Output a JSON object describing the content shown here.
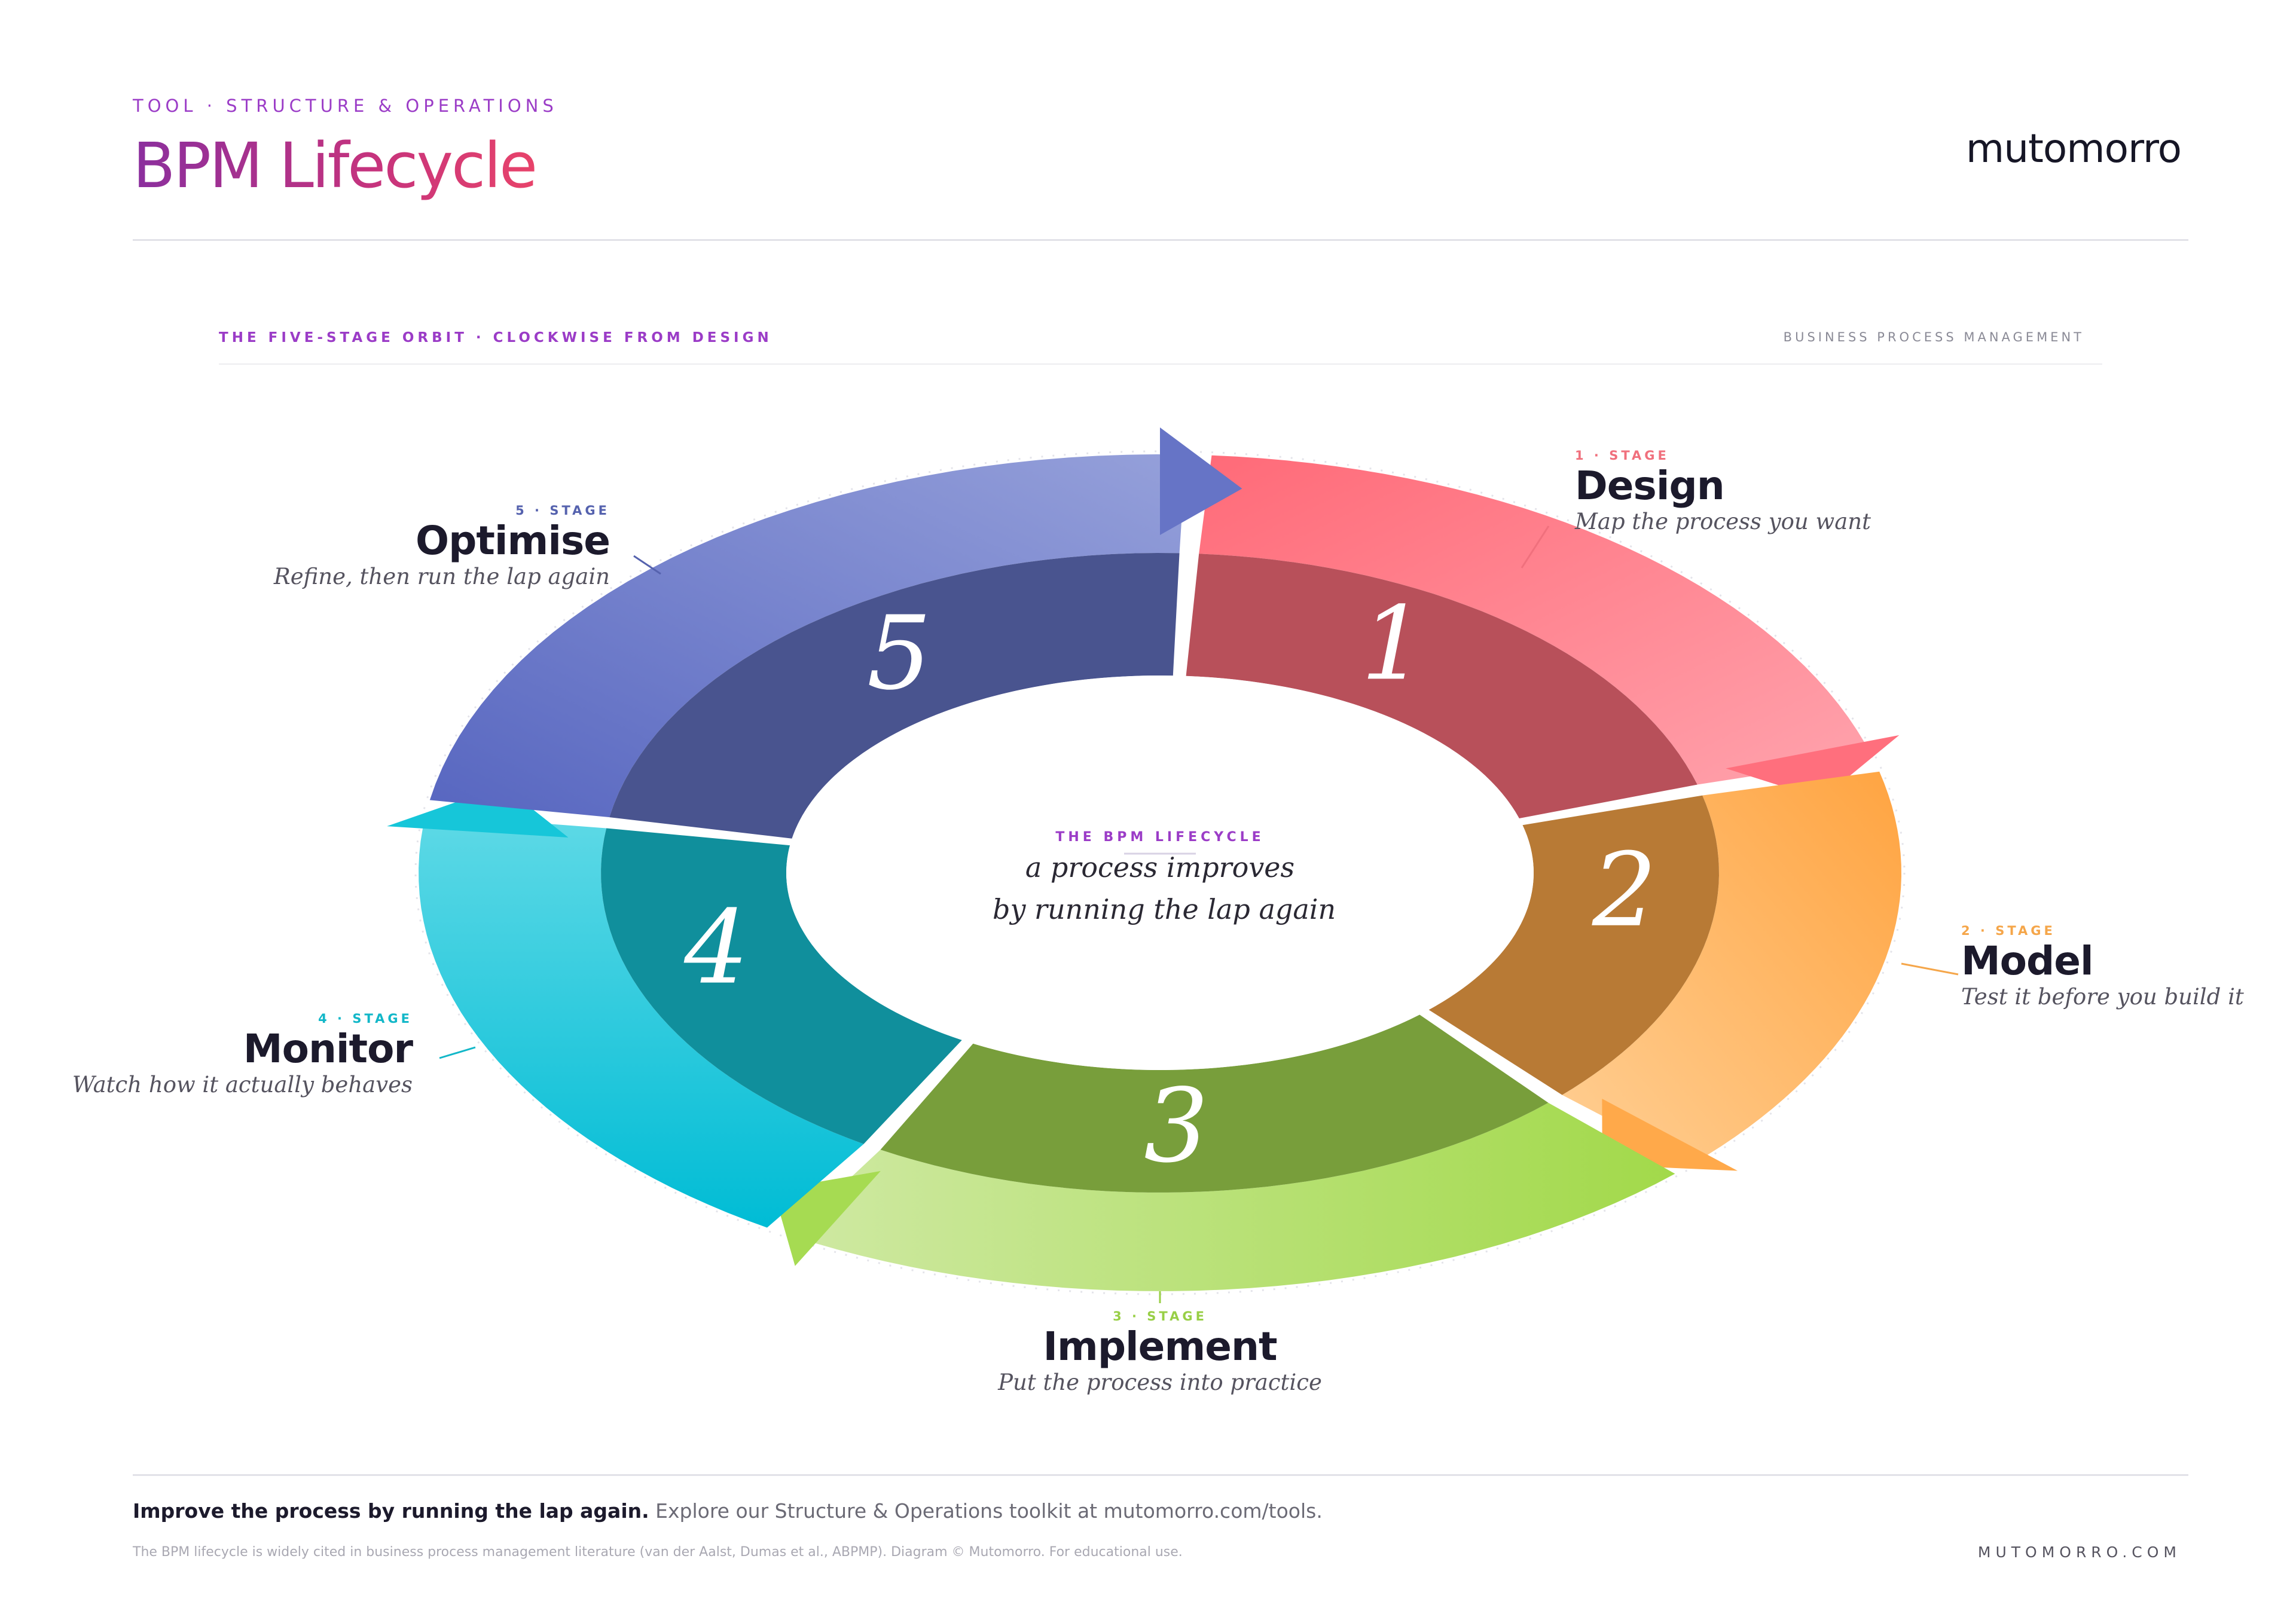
{
  "header": {
    "eyebrow": "TOOL · STRUCTURE & OPERATIONS",
    "title": "BPM Lifecycle",
    "brand": "mutomorro"
  },
  "section": {
    "title": "THE FIVE-STAGE ORBIT · CLOCKWISE FROM DESIGN",
    "tag": "BUSINESS PROCESS MANAGEMENT"
  },
  "hub": {
    "eyebrow": "THE BPM LIFECYCLE",
    "line1": "a process improves",
    "line2": "by running the lap again"
  },
  "stages": [
    {
      "number": "1",
      "eyebrow": "1 · STAGE",
      "name": "Design",
      "desc": "Map the process you want",
      "color": "#ff6f7d",
      "accent": "#f0707d"
    },
    {
      "number": "2",
      "eyebrow": "2 · STAGE",
      "name": "Model",
      "desc": "Test it before you build it",
      "color": "#ffa94a",
      "accent": "#f5a64a"
    },
    {
      "number": "3",
      "eyebrow": "3 · STAGE",
      "name": "Implement",
      "desc": "Put the process into practice",
      "color": "#a6db52",
      "accent": "#98cf46"
    },
    {
      "number": "4",
      "eyebrow": "4 · STAGE",
      "name": "Monitor",
      "desc": "Watch how it actually behaves",
      "color": "#16c6d9",
      "accent": "#12b7c8"
    },
    {
      "number": "5",
      "eyebrow": "5 · STAGE",
      "name": "Optimise",
      "desc": "Refine, then run the lap again",
      "color": "#6674c6",
      "accent": "#5562ae"
    }
  ],
  "footer": {
    "lead": "Improve the process by running the lap again.",
    "rest": " Explore our Structure & Operations toolkit at mutomorro.com/tools.",
    "note": "The BPM lifecycle is widely cited in business process management literature (van der Aalst, Dumas et al., ABPMP). Diagram © Mutomorro. For educational use.",
    "domain": "MUTOMORRO.COM"
  }
}
